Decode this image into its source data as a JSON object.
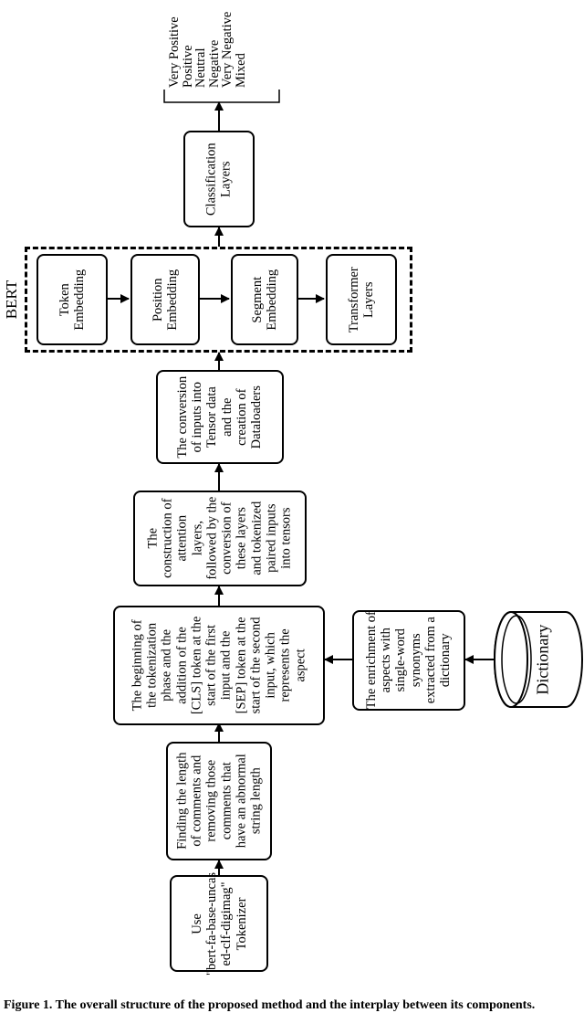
{
  "nodes": {
    "tokenizer": [
      "Use",
      "\"bert-fa-base-uncas",
      "ed-clf-digimag\"",
      "Tokenizer"
    ],
    "length_filter": [
      "Finding the length",
      "of comments and",
      "removing those",
      "comments that",
      "have an abnormal",
      "string length"
    ],
    "tokenization": [
      "The beginning of",
      "the tokenization",
      "phase and the",
      "addition of the",
      "[CLS] token at the",
      "start of the first",
      "input and the",
      "[SEP] token at the",
      "start of the second",
      "input, which",
      "represents the",
      "aspect"
    ],
    "enrichment": [
      "The enrichment of",
      "aspects with",
      "single-word",
      "synonyms",
      "extracted from a",
      "dictionary"
    ],
    "dictionary": "Dictionary",
    "attention": [
      "The",
      "construction of",
      "attention",
      "layers,",
      "followed by the",
      "conversion of",
      "these layers",
      "and tokenized",
      "paired inputs",
      "into tensors"
    ],
    "conversion": [
      "The conversion",
      "of inputs into",
      "Tensor data",
      "and the",
      "creation of",
      "Dataloaders"
    ],
    "bert_label": "BERT",
    "token_embedding": [
      "Token",
      "Embedding"
    ],
    "position_embedding": [
      "Position",
      "Embedding"
    ],
    "segment_embedding": [
      "Segment",
      "Embedding"
    ],
    "transformer_layers": [
      "Transformer",
      "Layers"
    ],
    "classification": [
      "Classification",
      "Layers"
    ],
    "outputs": [
      "Very Positive",
      "Positive",
      "Neutral",
      "Negative",
      "Very Negative",
      "Mixed"
    ]
  },
  "caption": "Figure 1. The overall structure of the proposed method and the interplay between its components."
}
